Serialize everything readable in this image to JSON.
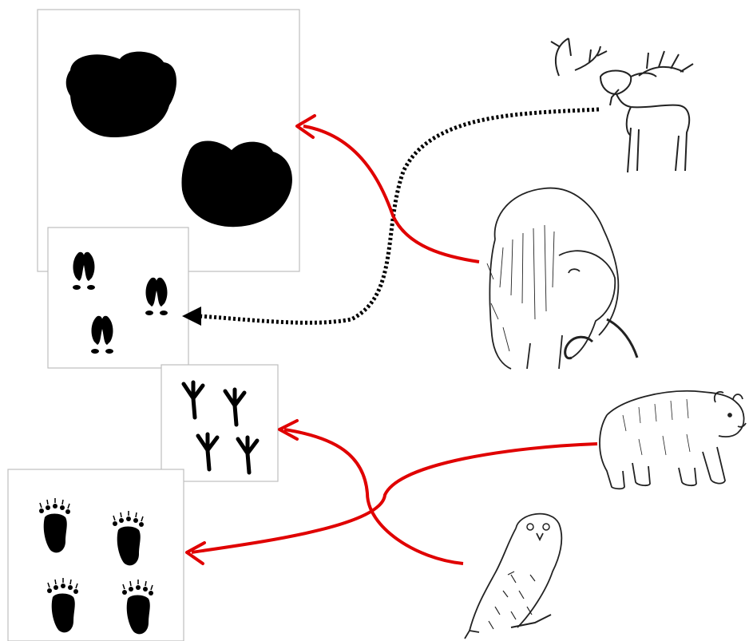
{
  "diagram": {
    "track_panels": [
      {
        "id": "mammoth-tracks",
        "track_type": "mammoth-footprint-icon",
        "count": 2
      },
      {
        "id": "deer-tracks",
        "track_type": "cloven-hoof-print-icon",
        "count": 3
      },
      {
        "id": "owl-tracks",
        "track_type": "bird-track-icon",
        "count": 4
      },
      {
        "id": "bear-tracks",
        "track_type": "bear-paw-print-icon",
        "count": 4
      }
    ],
    "animals": [
      {
        "id": "giant-deer",
        "icon": "giant-deer-icon"
      },
      {
        "id": "mammoth",
        "icon": "woolly-mammoth-icon"
      },
      {
        "id": "bear",
        "icon": "bear-icon"
      },
      {
        "id": "snowy-owl",
        "icon": "snowy-owl-icon"
      }
    ],
    "connections": [
      {
        "from": "giant-deer",
        "to": "deer-tracks",
        "style": "dotted",
        "color": "#000000"
      },
      {
        "from": "mammoth",
        "to": "mammoth-tracks",
        "style": "solid",
        "color": "#e00000"
      },
      {
        "from": "bear",
        "to": "bear-tracks",
        "style": "solid",
        "color": "#e00000"
      },
      {
        "from": "snowy-owl",
        "to": "owl-tracks",
        "style": "solid",
        "color": "#e00000"
      }
    ]
  }
}
